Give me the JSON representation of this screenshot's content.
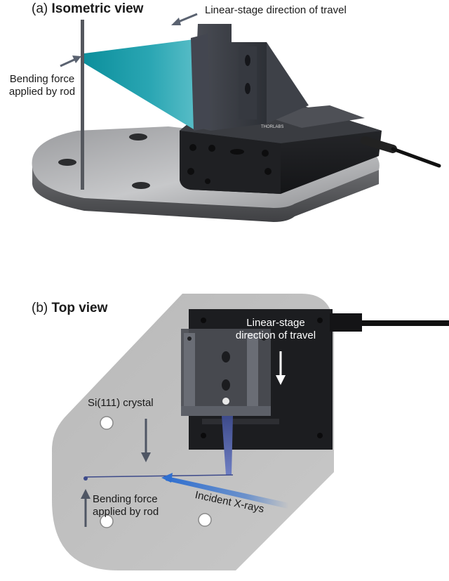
{
  "panel_a": {
    "letter": "(a)",
    "title": "Isometric  view",
    "label_travel": "Linear-stage direction of travel",
    "label_force_line1": "Bending force",
    "label_force_line2": "applied by rod",
    "stage_brand": "THORLABS"
  },
  "panel_b": {
    "letter": "(b)",
    "title": "Top view",
    "label_travel_line1": "Linear-stage",
    "label_travel_line2": "direction of travel",
    "label_crystal": "Si(111) crystal",
    "label_force_line1": "Bending force",
    "label_force_line2": "applied by rod",
    "label_xrays": "Incident X-rays"
  },
  "colors": {
    "crystal_cyan": "#2aa6b3",
    "stage_black": "#1c1d20",
    "base_grey": "#5f6063",
    "plate_grey": "#bdbdbd",
    "arrow_grey": "#5a6270",
    "xray_blue": "#2f6fd0"
  }
}
